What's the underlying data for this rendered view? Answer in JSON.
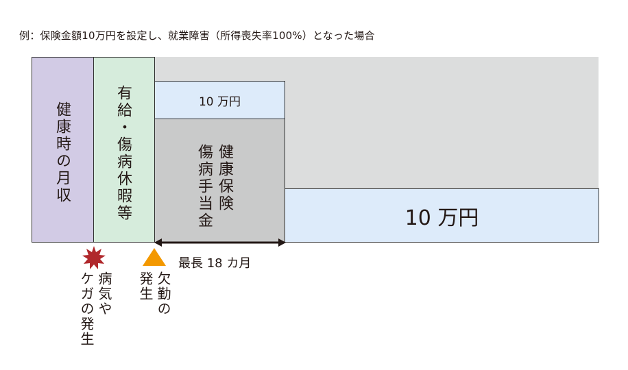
{
  "caption": "例：保険金額10万円を設定し、就業障害（所得喪失率100%）となった場合",
  "blocks": {
    "health_income": "健康時の月収",
    "paid_leave": "有給・傷病休暇等",
    "top_amount": "10 万円",
    "sickness_col1": "健康保険",
    "sickness_col2": "傷病手当金",
    "right_amount": "10 万円"
  },
  "timeline": {
    "period_label": "最長 18 カ月",
    "illness_col1": "病気や",
    "illness_col2": "ケガの発生",
    "absence_col1": "欠勤の",
    "absence_col2": "発生"
  },
  "colors": {
    "health_income": "#d2cbe5",
    "paid_leave": "#d6ecdc",
    "benefit_blue": "#ddebfa",
    "sickness_gray": "#c9caca",
    "background_gray": "#dcdddd",
    "illness_marker": "#b0282c",
    "absence_marker": "#f39800"
  },
  "icons": {
    "illness_marker": "starburst-icon",
    "absence_marker": "triangle-icon"
  }
}
